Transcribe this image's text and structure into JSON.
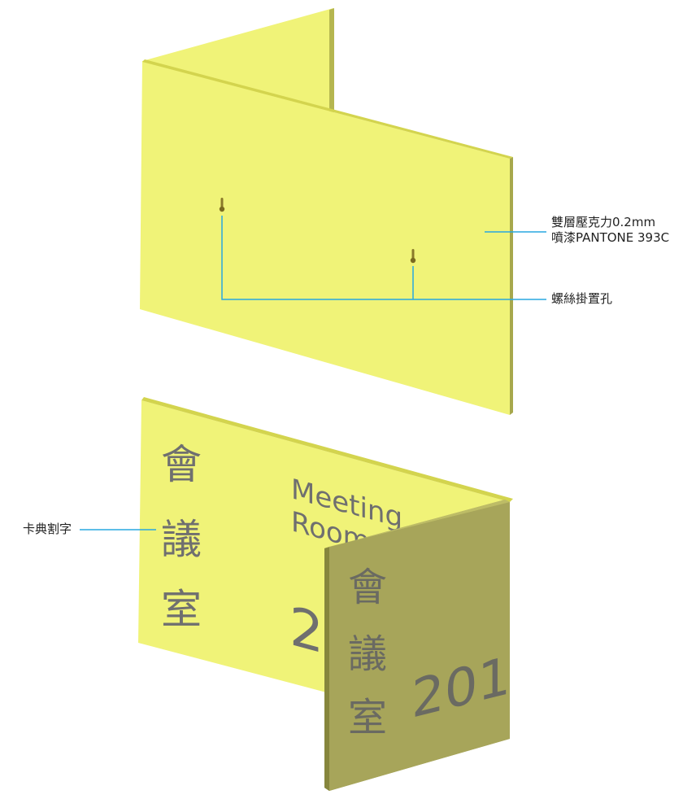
{
  "diagram": {
    "colors": {
      "panel_light": "#f0f378",
      "panel_side": "#d3d44e",
      "panel_shadow": "#a7a84c",
      "panel_dark_face": "#a7a55a",
      "panel_dark_edge": "#86863d",
      "leader_line": "#29a8e0",
      "text_gray": "#6f6f6f"
    },
    "upper_sign": {
      "material_label_line1": "雙層壓克力0.2mm",
      "material_label_line2": "噴漆PANTONE 393C",
      "screw_hole_label": "螺絲掛置孔",
      "icons": [
        "keyhole-screw-slot-icon",
        "keyhole-screw-slot-icon"
      ]
    },
    "lower_sign": {
      "cutout_label": "卡典割字",
      "front_panel": {
        "chinese_chars": [
          "會",
          "議",
          "室"
        ],
        "english_line1": "Meeting",
        "english_line2": "Room",
        "number": "201"
      },
      "side_panel": {
        "chinese_chars": [
          "會",
          "議",
          "室"
        ],
        "number": "201"
      }
    }
  }
}
